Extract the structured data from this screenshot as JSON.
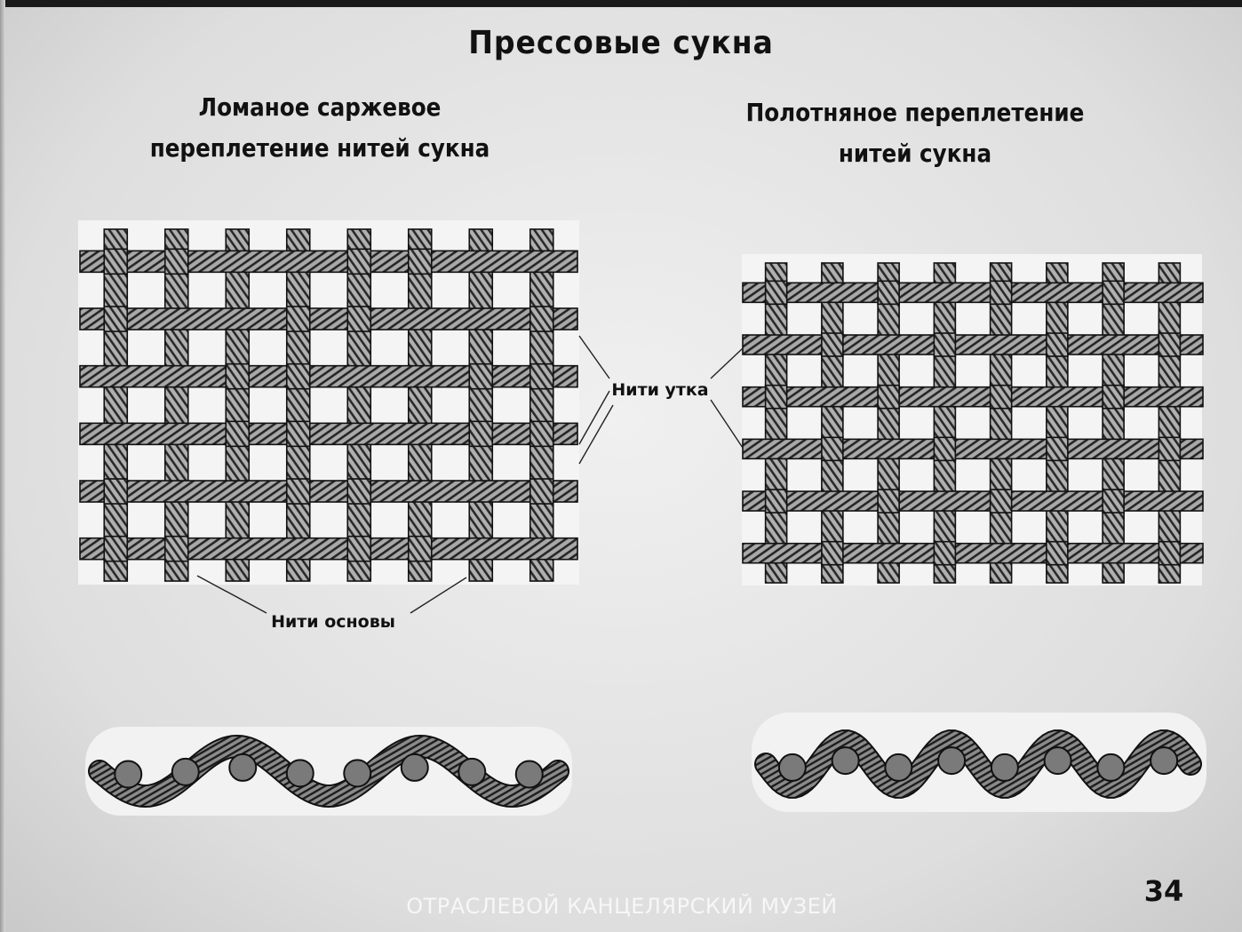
{
  "title": "Прессовые сукна",
  "left_panel": {
    "heading_line1": "Ломаное саржевое",
    "heading_line2": "переплетение нитей сукна"
  },
  "right_panel": {
    "heading_line1": "Полотняное переплетение",
    "heading_line2": "нитей сукна"
  },
  "labels": {
    "weft_threads": "Нити утка",
    "warp_threads": "Нити основы"
  },
  "page_number": "34",
  "watermark": "ОТРАСЛЕВОЙ КАНЦЕЛЯРСКИЙ МУЗЕЙ",
  "colors": {
    "background": "#e6e6e6",
    "ink": "#111111",
    "thread": "#9a9a9a"
  }
}
